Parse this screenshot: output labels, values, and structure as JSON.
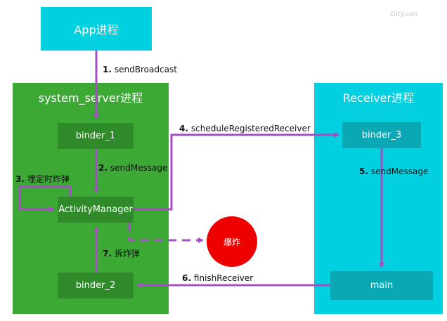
{
  "watermark": "Gityuan",
  "app_process": {
    "label": "App进程"
  },
  "system_server": {
    "title": "system_server进程",
    "binder_1": "binder_1",
    "activity_manager": "ActivityManager",
    "binder_2": "binder_2"
  },
  "receiver": {
    "title": "Receiver进程",
    "binder_3": "binder_3",
    "main": "main"
  },
  "explode": {
    "label": "爆炸"
  },
  "steps": [
    {
      "num": "1.",
      "text": "sendBroadcast"
    },
    {
      "num": "2.",
      "text": "sendMessage"
    },
    {
      "num": "3.",
      "text": "埋定时炸弹"
    },
    {
      "num": "4.",
      "text": "scheduleRegisteredReceiver"
    },
    {
      "num": "5.",
      "text": "sendMessage"
    },
    {
      "num": "6.",
      "text": "finishReceiver"
    },
    {
      "num": "7.",
      "text": "拆炸弹"
    }
  ],
  "colors": {
    "cyan": "#00d0e0",
    "green_panel": "#3ca935",
    "green_box": "#2f8a2a",
    "teal_box": "#0aa8b4",
    "arrow": "#a64fc5",
    "explode": "#ee0000"
  }
}
